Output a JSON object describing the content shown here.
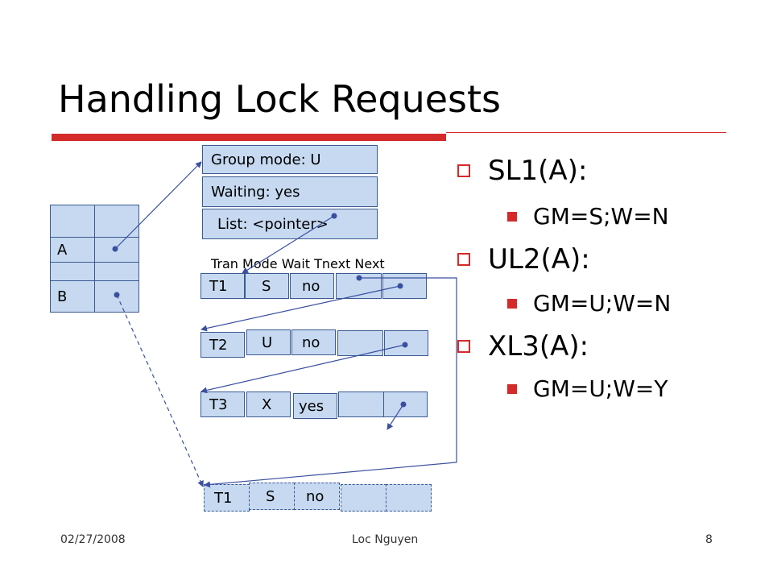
{
  "slide": {
    "title": "Handling Lock Requests"
  },
  "lock_info": {
    "group_mode": "Group mode: U",
    "waiting": "Waiting: yes",
    "list": "List: <pointer>"
  },
  "hash_table": {
    "rows": [
      "A",
      "B"
    ]
  },
  "queue": {
    "header": "Tran Mode Wait Tnext Next",
    "entries": [
      {
        "tran": "T1",
        "mode": "S",
        "wait": "no"
      },
      {
        "tran": "T2",
        "mode": "U",
        "wait": "no"
      },
      {
        "tran": "T3",
        "mode": "X",
        "wait": "yes"
      }
    ],
    "other": {
      "tran": "T1",
      "mode": "S",
      "wait": "no"
    }
  },
  "bullets": [
    {
      "label": "SL1(A):",
      "sub": "GM=S;W=N"
    },
    {
      "label": "UL2(A):",
      "sub": "GM=U;W=N"
    },
    {
      "label": "XL3(A):",
      "sub": "GM=U;W=Y"
    }
  ],
  "footer": {
    "date": "02/27/2008",
    "author": "Loc Nguyen",
    "page": "8"
  },
  "colors": {
    "accent": "#d42a2a",
    "box_fill": "#c6d9f1",
    "box_border": "#3a5a92",
    "arrow": "#3a4fa0"
  }
}
